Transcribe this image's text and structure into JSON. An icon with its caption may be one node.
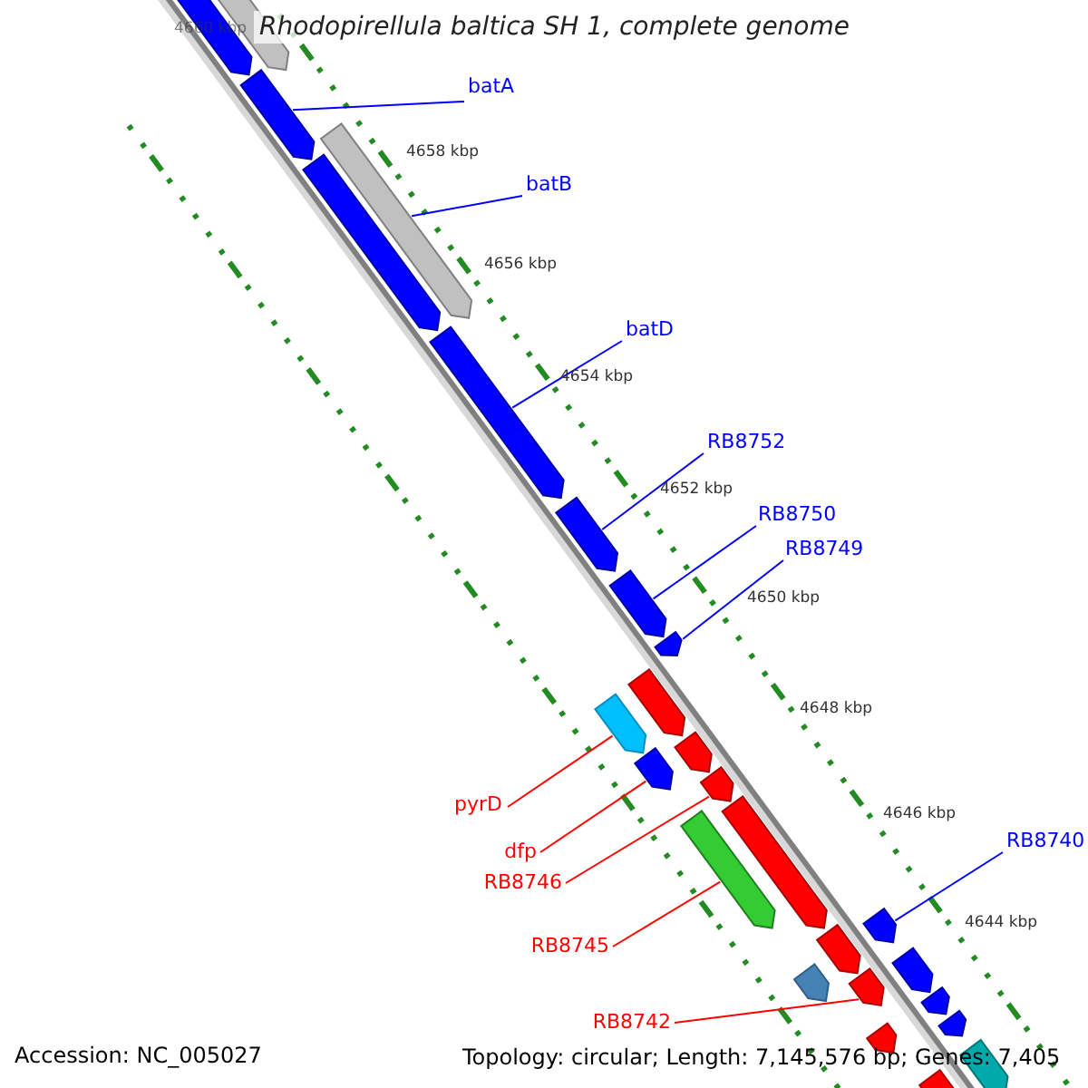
{
  "diagram": {
    "title": "Rhodopirellula baltica SH 1, complete genome",
    "nodes": [
      {
        "text": [
          "batA"
        ]
      },
      {
        "text": [
          "batB"
        ]
      },
      {
        "text": [
          "batD"
        ]
      },
      {
        "text": [
          "RB8752"
        ]
      },
      {
        "text": [
          "RB8750"
        ]
      },
      {
        "text": [
          "RB8749"
        ]
      },
      {
        "text": [
          "RB8740"
        ]
      },
      {
        "text": [
          "pyrD"
        ]
      },
      {
        "text": [
          "dfp"
        ]
      },
      {
        "text": [
          "RB8746"
        ]
      },
      {
        "text": [
          "RB8745"
        ]
      },
      {
        "text": [
          "RB8742"
        ]
      },
      {
        "text": [],
        "shape": "arrow"
      },
      {
        "text": [],
        "shape": "arrow"
      },
      {
        "text": [],
        "shape": "arrow"
      },
      {
        "text": [],
        "shape": "arrow"
      },
      {
        "text": [],
        "shape": "arrow"
      },
      {
        "text": [],
        "shape": "arrow"
      },
      {
        "text": [],
        "shape": "arrow"
      },
      {
        "text": [],
        "shape": "arrow"
      },
      {
        "text": [],
        "shape": "arrow"
      },
      {
        "text": [],
        "shape": "arrow"
      },
      {
        "text": [],
        "shape": "arrow"
      },
      {
        "text": [],
        "shape": "arrow"
      },
      {
        "text": [],
        "shape": "arrow"
      },
      {
        "text": [],
        "shape": "arrow"
      },
      {
        "text": [],
        "shape": "arrow"
      },
      {
        "text": [],
        "shape": "arrow"
      },
      {
        "text": [],
        "shape": "arrow"
      },
      {
        "text": [],
        "shape": "arrow"
      },
      {
        "text": [],
        "shape": "arrow"
      },
      {
        "text": [],
        "shape": "arrow"
      },
      {
        "text": [],
        "shape": "arrow"
      },
      {
        "text": [],
        "shape": "arrow"
      },
      {
        "text": [],
        "shape": "arrow"
      },
      {
        "text": [],
        "shape": "arrow"
      },
      {
        "text": [],
        "shape": "arrow"
      },
      {
        "text": [],
        "shape": "arrow"
      }
    ],
    "edges": [
      {
        "from": 0,
        "to": 13,
        "arrow": "none"
      },
      {
        "from": 1,
        "to": 20,
        "arrow": "none"
      },
      {
        "from": 2,
        "to": 15,
        "arrow": "none"
      },
      {
        "from": 3,
        "to": 16,
        "arrow": "none"
      },
      {
        "from": 4,
        "to": 17,
        "arrow": "none"
      },
      {
        "from": 5,
        "to": 18,
        "arrow": "none"
      },
      {
        "from": 6,
        "to": 32,
        "arrow": "none"
      },
      {
        "from": 7,
        "to": 28,
        "arrow": "none",
        "color": "#ff0000"
      },
      {
        "from": 8,
        "to": 29,
        "arrow": "none",
        "color": "#ff0000"
      },
      {
        "from": 9,
        "to": 23,
        "arrow": "none",
        "color": "#ff0000"
      },
      {
        "from": 10,
        "to": 30,
        "arrow": "none",
        "color": "#ff0000"
      },
      {
        "from": 11,
        "to": 26,
        "arrow": "none",
        "color": "#ff0000"
      }
    ],
    "labels": [
      "4660 kbp",
      "4658 kbp",
      "4656 kbp",
      "4654 kbp",
      "4652 kbp",
      "4650 kbp",
      "4648 kbp",
      "4646 kbp",
      "4644 kbp",
      "Accession: NC_005027",
      "Topology: circular; Length: 7,145,576 bp; Genes: 7,405"
    ]
  }
}
